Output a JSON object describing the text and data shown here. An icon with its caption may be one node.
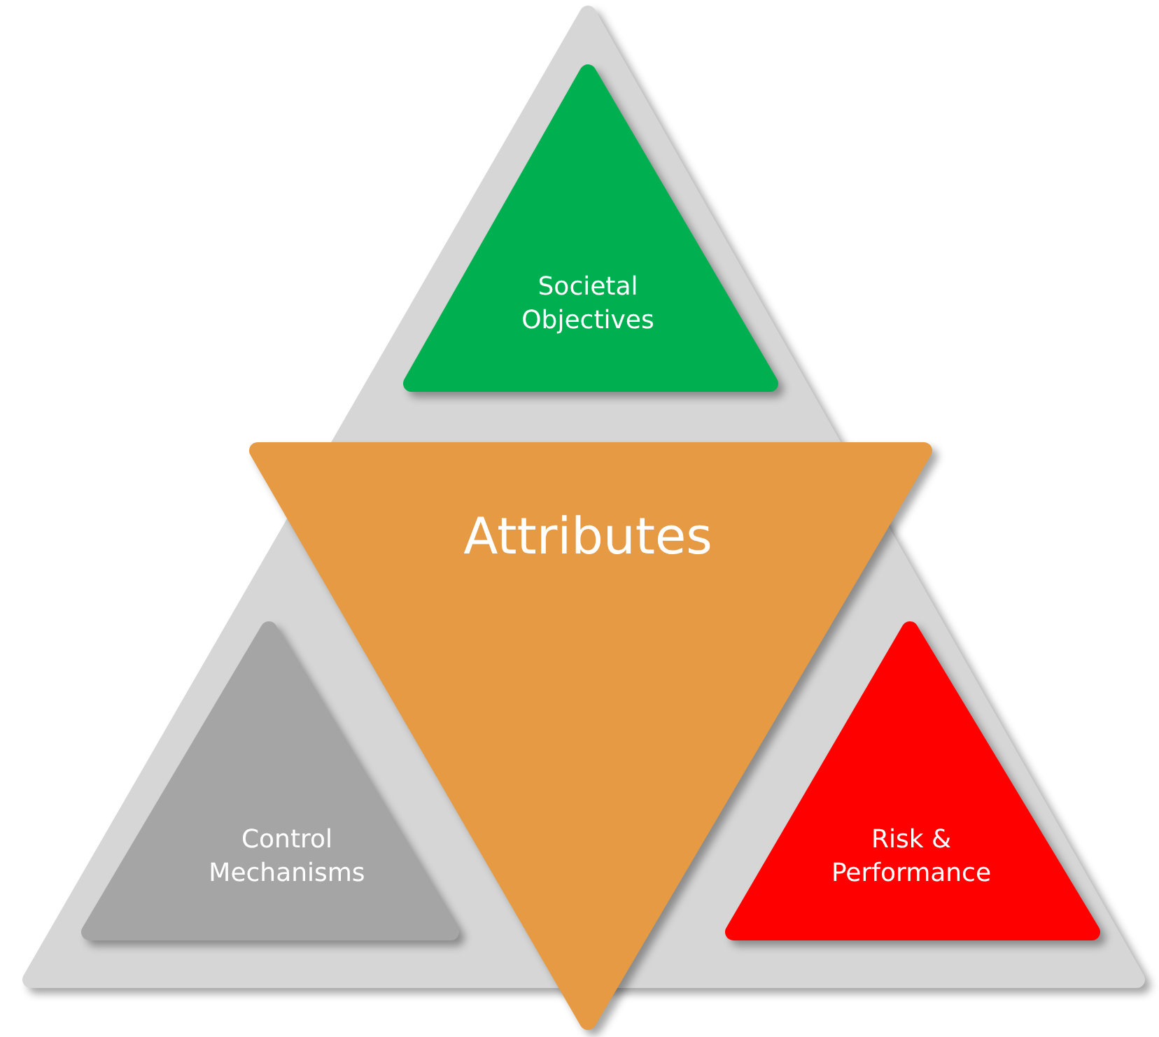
{
  "diagram": {
    "nodes": [
      {
        "text": [],
        "shape": "triangle"
      },
      {
        "text": [
          "Societal Objectives"
        ],
        "in": 0
      },
      {
        "text": [
          "Attributes"
        ]
      },
      {
        "text": [
          "Control Mechanisms"
        ],
        "in": 0
      },
      {
        "text": [
          "Risk & Performance"
        ],
        "in": 0
      }
    ]
  }
}
